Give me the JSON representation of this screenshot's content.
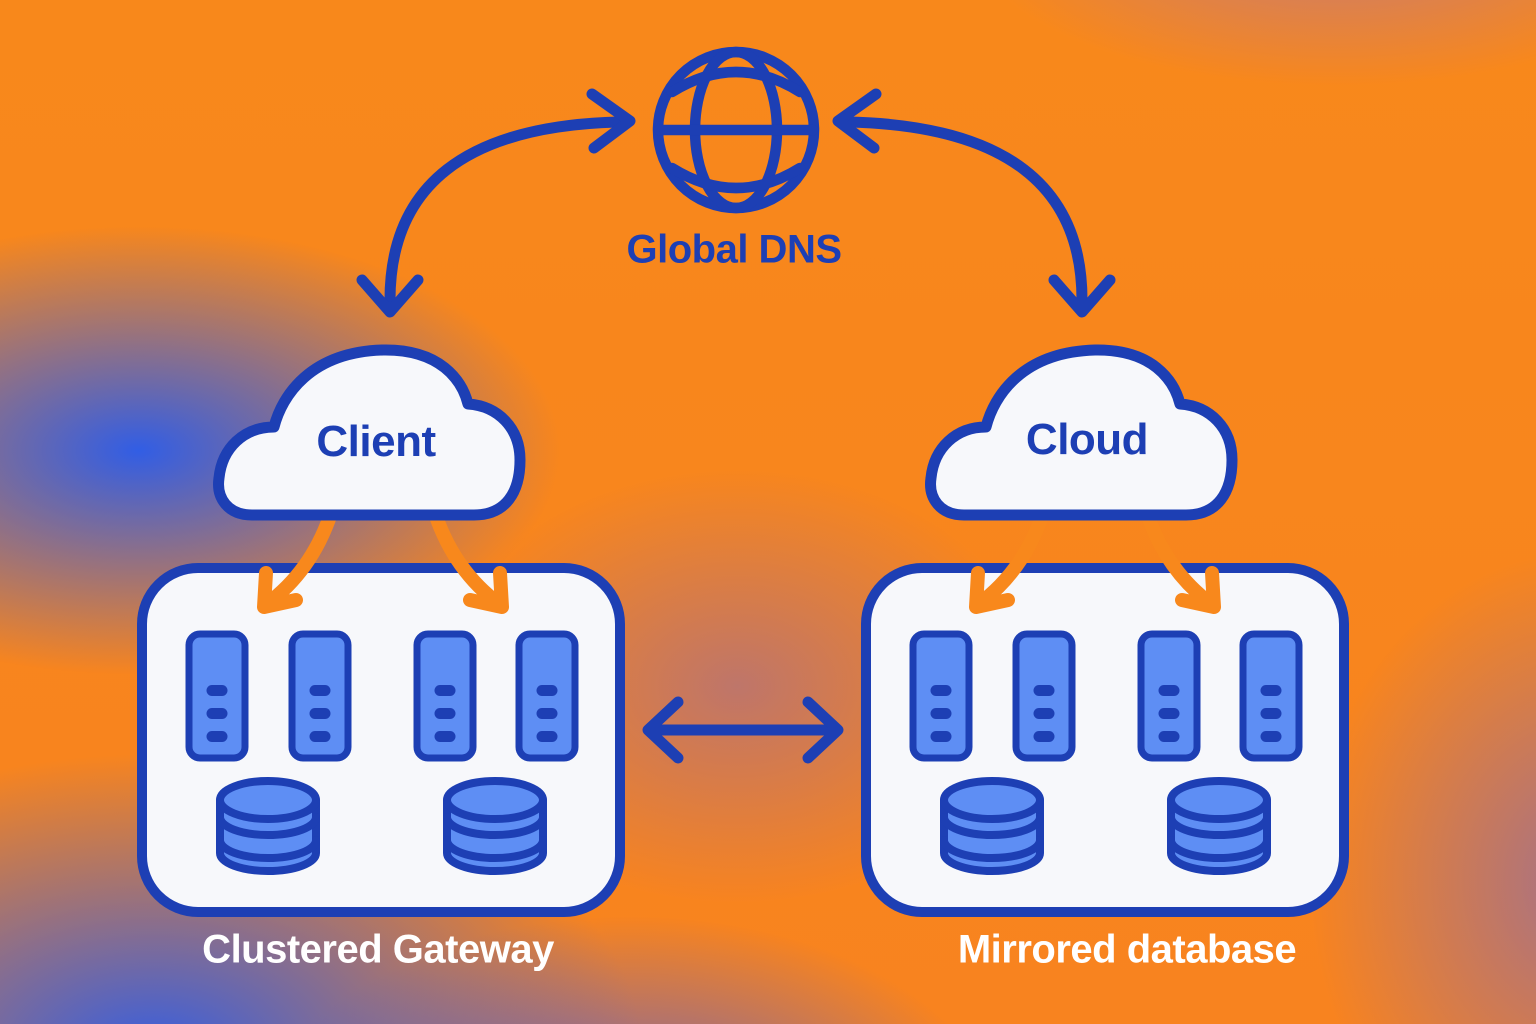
{
  "title": "DNS failover architecture diagram",
  "colors": {
    "background_orange": "#f8861e",
    "background_blue": "#2b5ceb",
    "outline_blue": "#1d3fb4",
    "fill_blue": "#5e8ef4",
    "surface_white": "#f7f8fb",
    "arrow_orange": "#f8881c",
    "label_white": "#ffffff"
  },
  "nodes": {
    "global_dns": {
      "label": "Global DNS",
      "icon": "globe-icon"
    },
    "client": {
      "label": "Client",
      "icon": "cloud-icon"
    },
    "cloud": {
      "label": "Cloud",
      "icon": "cloud-icon"
    },
    "clustered_gateway": {
      "label": "Clustered Gateway",
      "icon": "server-cluster-box",
      "server_count": 4,
      "database_count": 2
    },
    "mirrored_database": {
      "label": "Mirrored database",
      "icon": "server-cluster-box",
      "server_count": 4,
      "database_count": 2
    }
  },
  "edges": [
    {
      "from": "client",
      "to": "global_dns",
      "style": "curved double-headed arrow",
      "color": "#1d3fb4"
    },
    {
      "from": "cloud",
      "to": "global_dns",
      "style": "curved double-headed arrow",
      "color": "#1d3fb4"
    },
    {
      "from": "client",
      "to": "clustered_gateway",
      "style": "two curved arrows",
      "color": "#f8881c"
    },
    {
      "from": "cloud",
      "to": "mirrored_database",
      "style": "two curved arrows",
      "color": "#f8881c"
    },
    {
      "from": "clustered_gateway",
      "to": "mirrored_database",
      "style": "horizontal double-headed arrow",
      "color": "#1d3fb4"
    }
  ]
}
